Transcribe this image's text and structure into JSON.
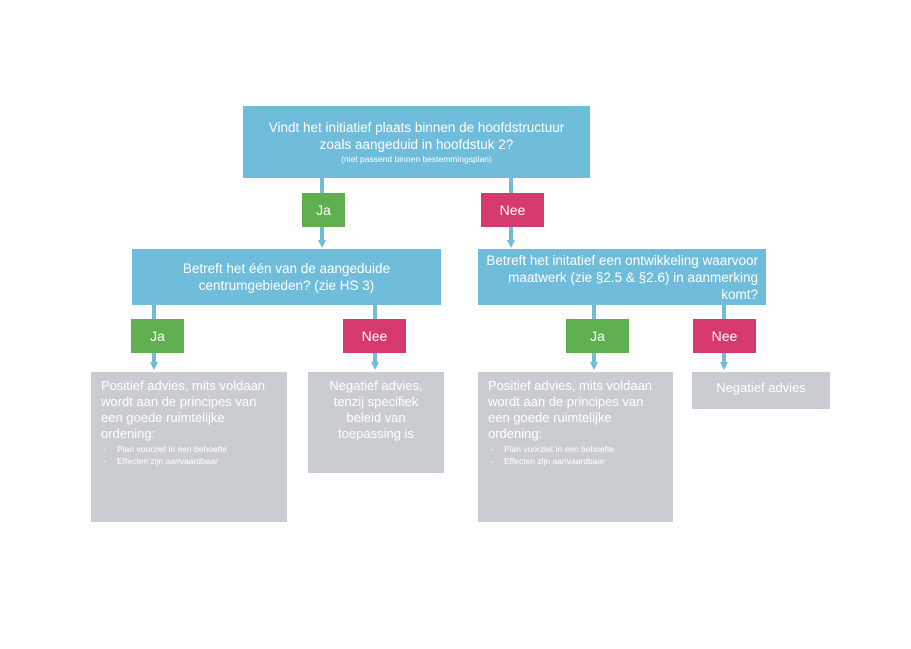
{
  "root": {
    "question": "Vindt het initiatief plaats binnen de hoofdstructuur zoals aangeduid in hoofdstuk 2?",
    "note": "(niet passend binnen bestemmingsplan)"
  },
  "left": {
    "yes_label": "Ja",
    "question": "Betreft het één van de aangeduide centrumgebieden? (zie HS 3)",
    "yes": {
      "label": "Ja",
      "outcome": "Positief advies, mits voldaan wordt aan de principes van een goede ruimtelijke ordening:",
      "bullets": [
        "Plan voorziet in een behoefte",
        "Effecten zijn aanvaardbaar"
      ]
    },
    "no": {
      "label": "Nee",
      "outcome": "Negatief advies, tenzij specifiek beleid van toepassing is"
    }
  },
  "right": {
    "no_label": "Nee",
    "question": "Betreft het initatief een ontwikkeling waarvoor maatwerk (zie §2.5 & §2.6) in aanmerking komt?",
    "yes": {
      "label": "Ja",
      "outcome": "Positief advies, mits voldaan wordt aan de principes van een goede ruimtelijke ordening:",
      "bullets": [
        "Plan voorziet in een behoefte",
        "Effecten zijn aanvaardbaar"
      ]
    },
    "no": {
      "label": "Nee",
      "outcome": "Negatief advies"
    }
  },
  "colors": {
    "question_box": "#6fbcdb",
    "yes_label": "#5fae4f",
    "no_label": "#d6396e",
    "outcome_box": "#c9ccd1",
    "connector": "#6fbcdb"
  }
}
